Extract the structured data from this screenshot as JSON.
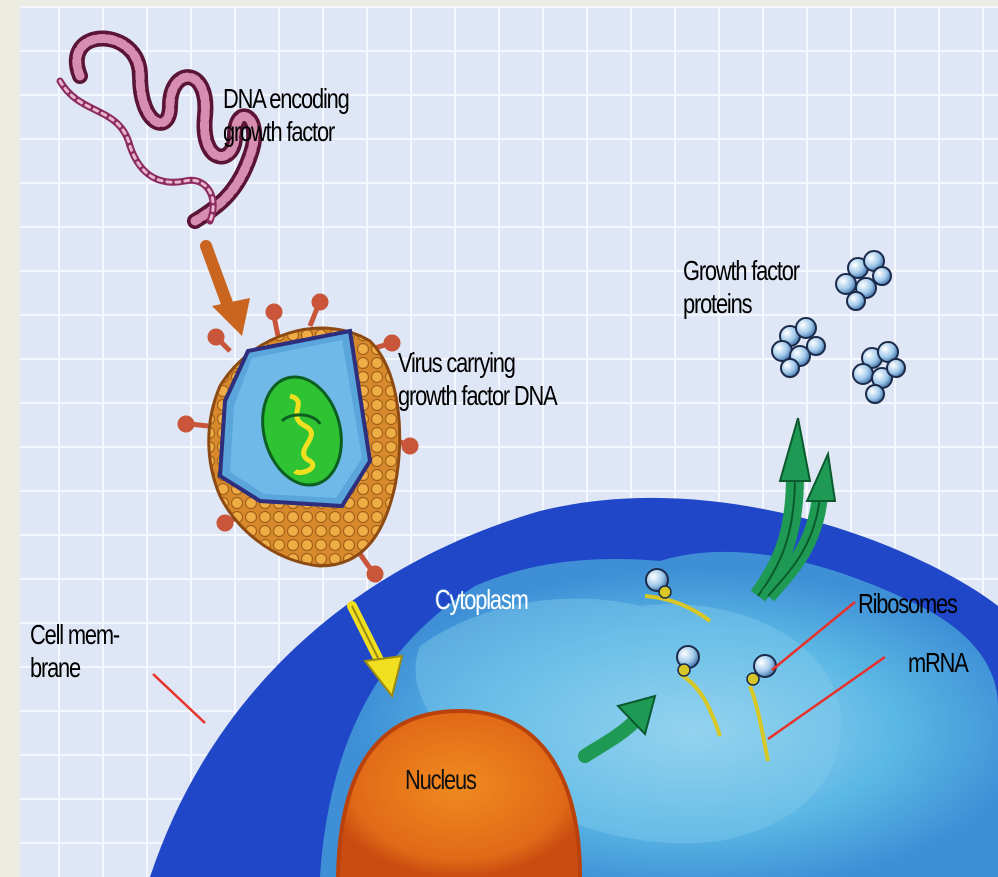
{
  "labels": {
    "dna": [
      "DNA encoding",
      "growth factor"
    ],
    "virus": [
      "Virus carrying",
      "growth factor DNA"
    ],
    "proteins": [
      "Growth factor",
      "proteins"
    ],
    "cytoplasm": "Cytoplasm",
    "ribosomes": "Ribosomes",
    "mrna": "mRNA",
    "membrane": [
      "Cell mem-",
      "brane"
    ],
    "nucleus": "Nucleus"
  },
  "colors": {
    "membrane": "#1f47c8",
    "cytoplasm": "#4fb0e0",
    "nucleus": "#e8761c",
    "virus_shell": "#e29a33",
    "virus_core": "#2fc232",
    "dna_strand": "#8c2b5f",
    "arrow_brown": "#c9651f",
    "arrow_yellow": "#f0e020",
    "arrow_green": "#1e9a55",
    "pointer_lines": "#e8312a"
  }
}
